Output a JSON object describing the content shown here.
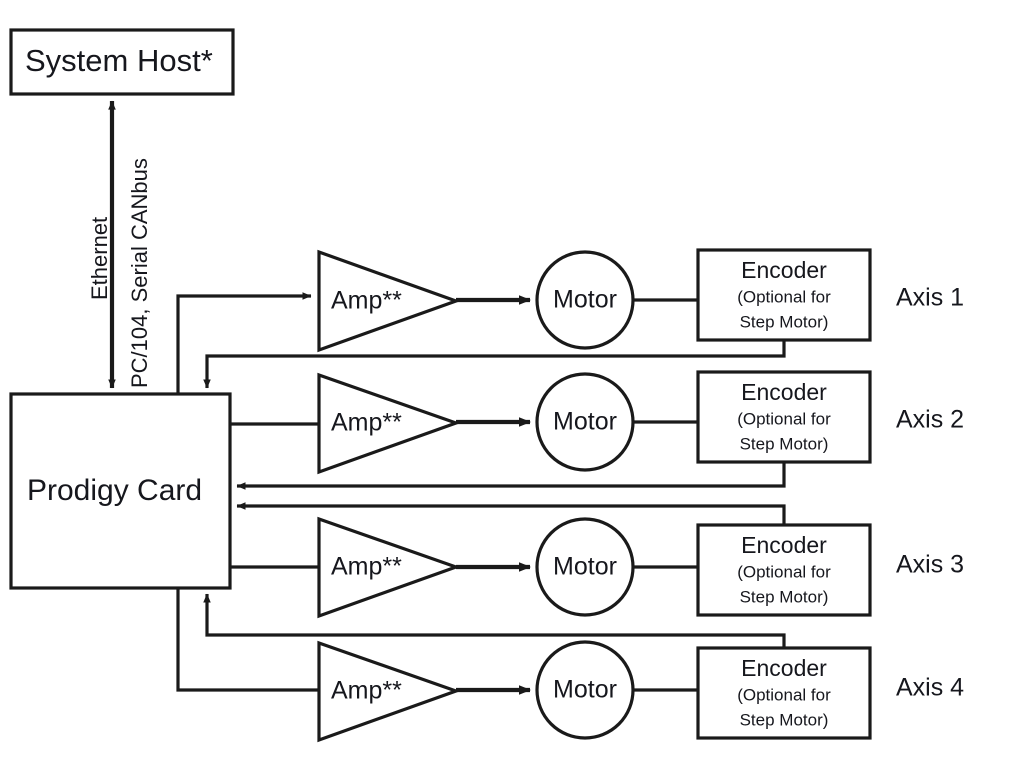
{
  "diagram": {
    "title_block": {
      "label": "System Host*"
    },
    "controller_block": {
      "label": "Prodigy Card"
    },
    "bus_labels": {
      "left": "Ethernet",
      "right": "PC/104, Serial CANbus"
    },
    "colors": {
      "stroke": "#1a1a1a",
      "text": "#16171d",
      "background": "#ffffff"
    },
    "encoder": {
      "title": "Encoder",
      "sub_line1": "(Optional  for",
      "sub_line2": "Step Motor)"
    },
    "amp_label": "Amp**",
    "motor_label": "Motor",
    "axes": [
      {
        "axis_label": "Axis 1",
        "amp": "Amp**",
        "motor": "Motor",
        "encoder_title": "Encoder",
        "encoder_sub1": "(Optional  for",
        "encoder_sub2": "Step Motor)"
      },
      {
        "axis_label": "Axis 2",
        "amp": "Amp**",
        "motor": "Motor",
        "encoder_title": "Encoder",
        "encoder_sub1": "(Optional  for",
        "encoder_sub2": "Step Motor)"
      },
      {
        "axis_label": "Axis 3",
        "amp": "Amp**",
        "motor": "Motor",
        "encoder_title": "Encoder",
        "encoder_sub1": "(Optional  for",
        "encoder_sub2": "Step Motor)"
      },
      {
        "axis_label": "Axis 4",
        "amp": "Amp**",
        "motor": "Motor",
        "encoder_title": "Encoder",
        "encoder_sub1": "(Optional  for",
        "encoder_sub2": "Step Motor)"
      }
    ]
  }
}
